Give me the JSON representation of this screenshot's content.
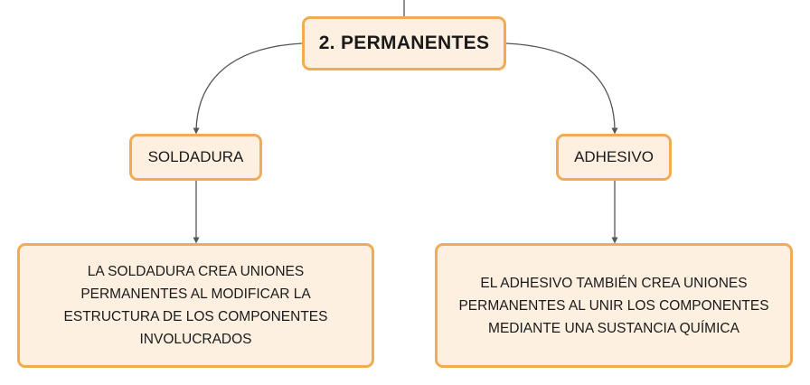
{
  "root": {
    "label": "2. PERMANENTES"
  },
  "branches": [
    {
      "label": "SOLDADURA",
      "description": "LA SOLDADURA CREA UNIONES PERMANENTES AL MODIFICAR LA ESTRUCTURA DE LOS COMPONENTES INVOLUCRADOS"
    },
    {
      "label": "ADHESIVO",
      "description": "EL ADHESIVO TAMBIÉN CREA UNIONES PERMANENTES AL UNIR LOS COMPONENTES MEDIANTE UNA SUSTANCIA QUÍMICA"
    }
  ],
  "colors": {
    "node_fill": "#fdf0e1",
    "node_border": "#f2ab55",
    "connector": "#555555"
  }
}
